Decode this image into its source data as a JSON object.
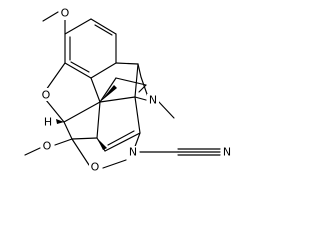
{
  "molecule": {
    "atom_labels": {
      "methoxy_top_o": "O",
      "ring_o": "O",
      "methoxy_bottom_o": "O",
      "bridge_o": "O",
      "n_amine": "N",
      "n_ring": "N",
      "n_nitrile": "N",
      "h": "H"
    },
    "colors": {
      "bond": "#000000",
      "background": "#ffffff"
    }
  }
}
